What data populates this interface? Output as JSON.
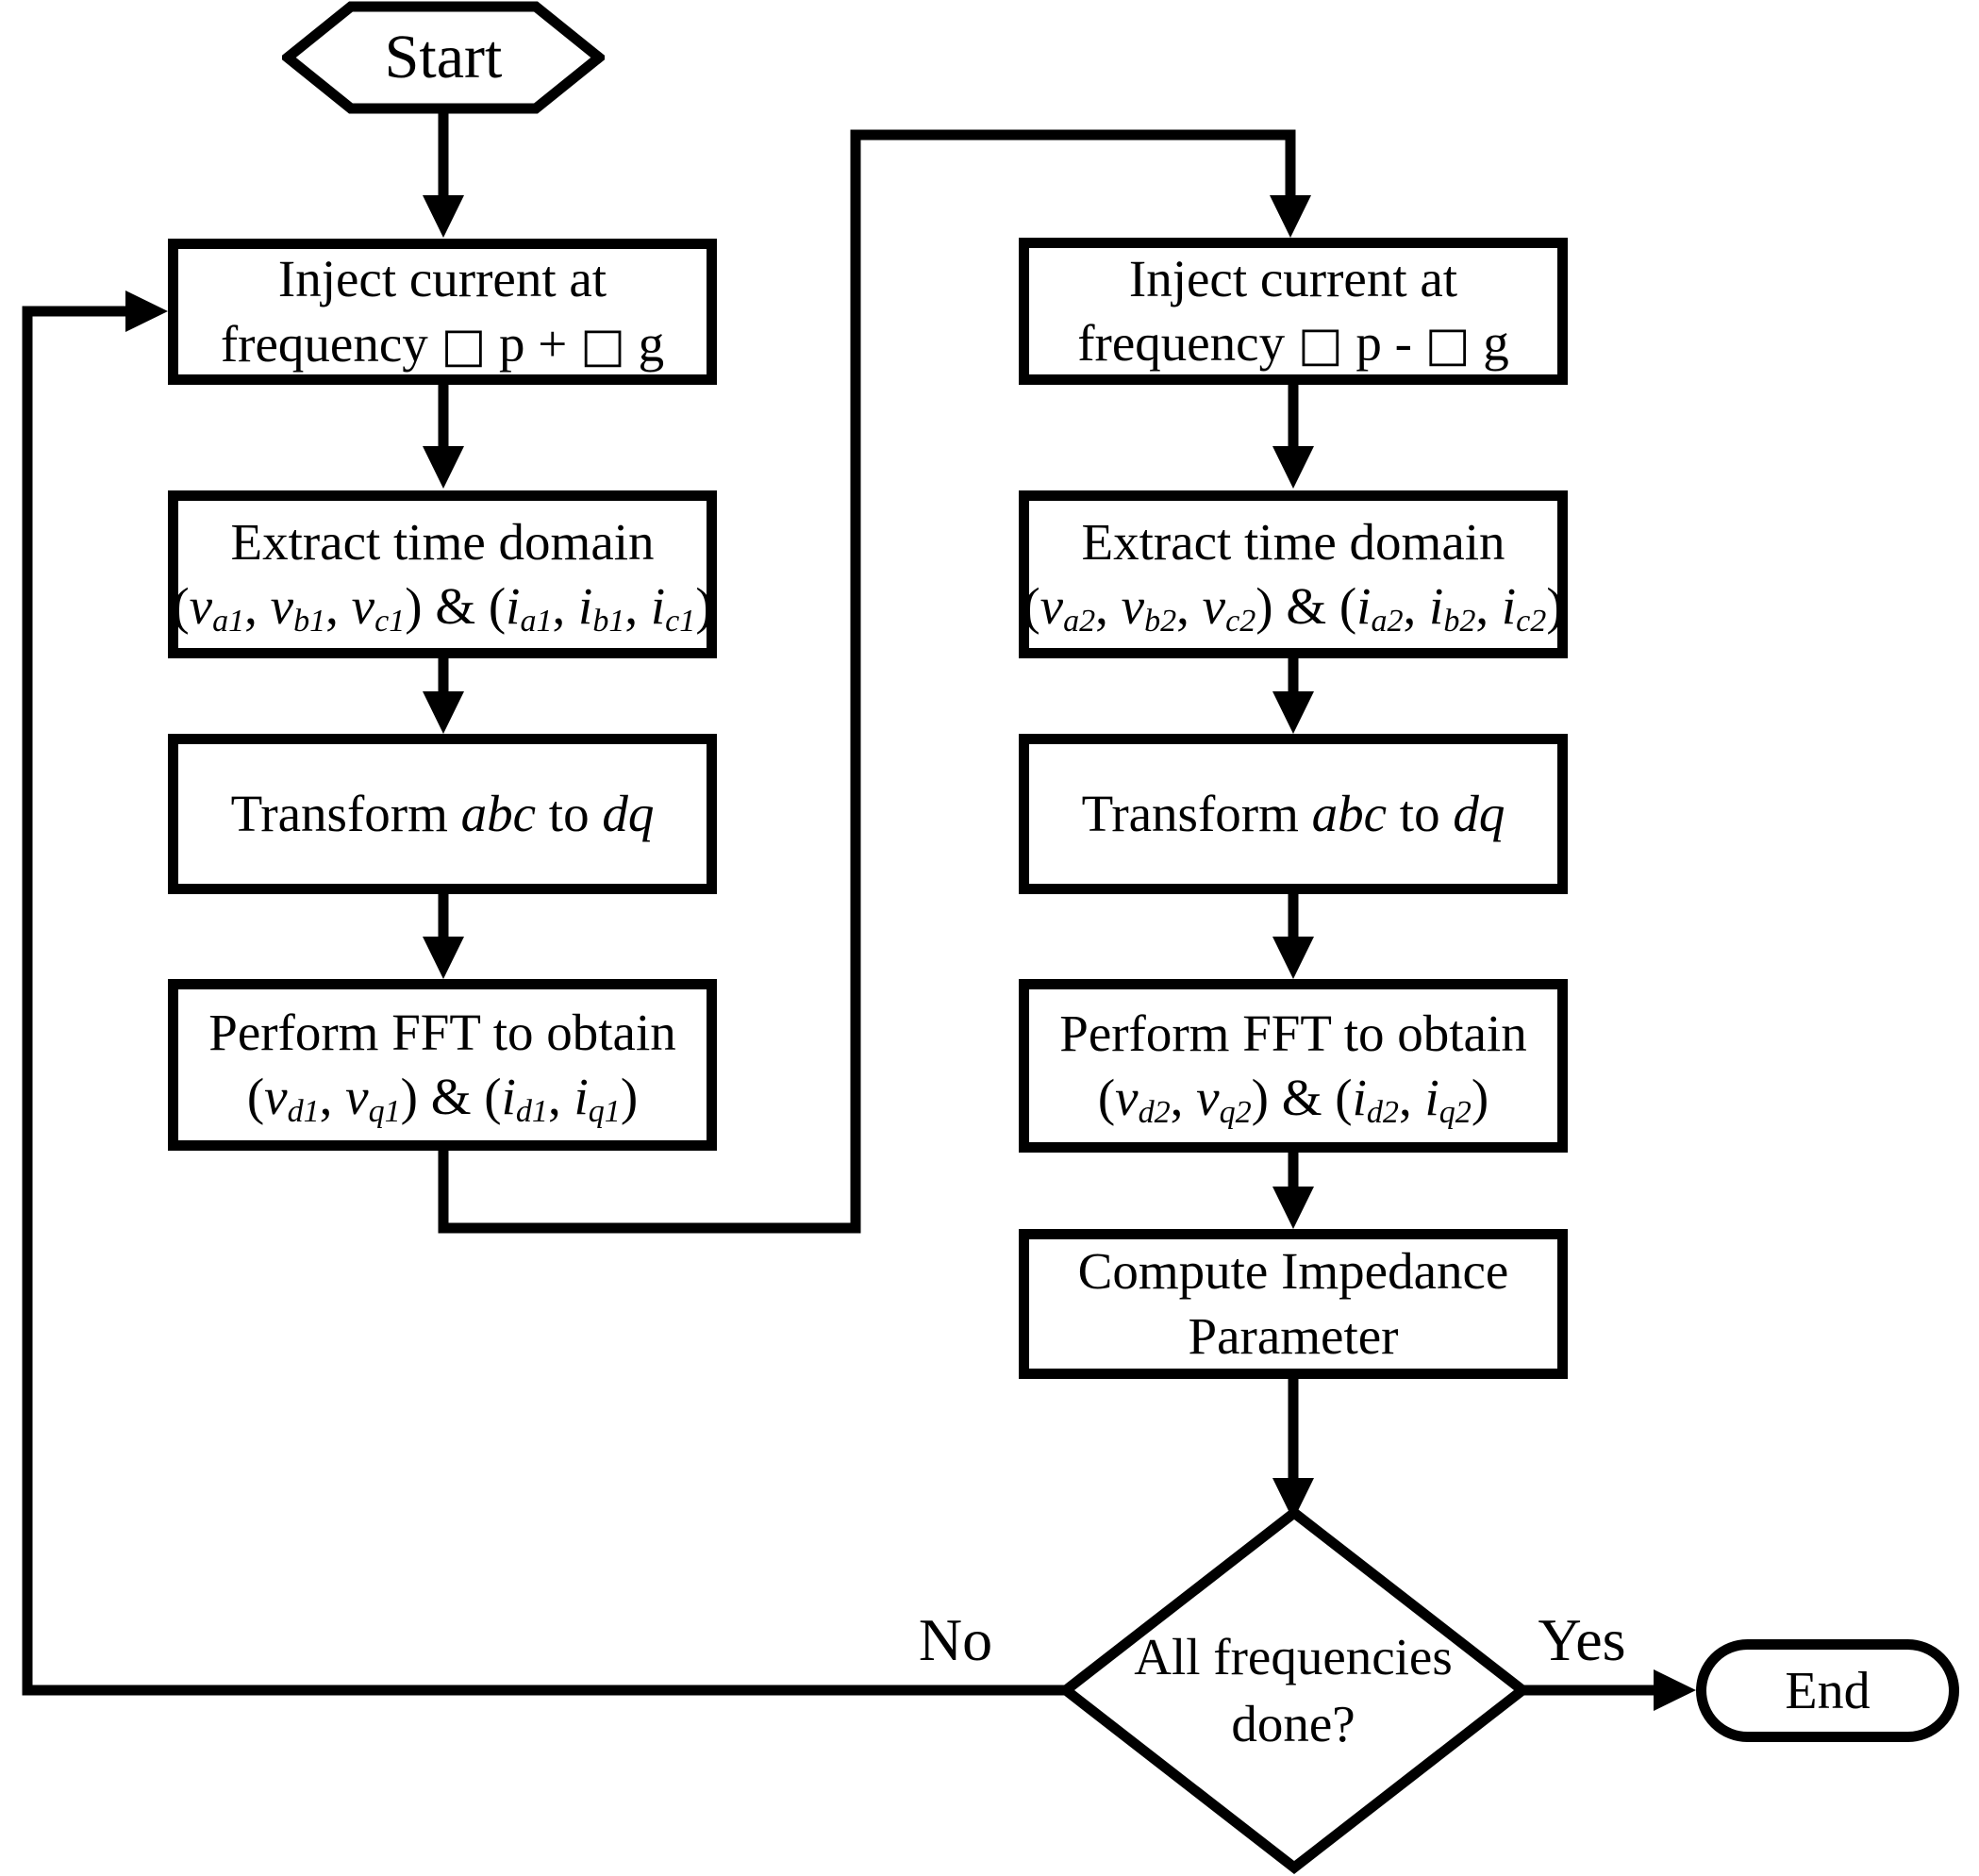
{
  "colors": {
    "ink": "#000000",
    "paper": "#ffffff"
  },
  "flowchart": {
    "start": {
      "label": "Start"
    },
    "end": {
      "label": "End"
    },
    "edges": {
      "no_label": "No",
      "yes_label": "Yes"
    },
    "left_column": [
      {
        "name": "inject-current-wp-plus-wg",
        "lines": [
          [
            {
              "t": "Inject current at"
            }
          ],
          [
            {
              "t": "frequency "
            },
            {
              "t": "□",
              "tofu": true
            },
            {
              "t": " p + "
            },
            {
              "t": "□",
              "tofu": true
            },
            {
              "t": " g"
            }
          ]
        ]
      },
      {
        "name": "extract-time-domain-1",
        "lines": [
          [
            {
              "t": "Extract time domain"
            }
          ],
          [
            {
              "t": "("
            },
            {
              "t": "v",
              "i": true
            },
            {
              "t": "a1",
              "sub": true
            },
            {
              "t": ", "
            },
            {
              "t": "v",
              "i": true
            },
            {
              "t": "b1",
              "sub": true
            },
            {
              "t": ", "
            },
            {
              "t": "v",
              "i": true
            },
            {
              "t": "c1",
              "sub": true
            },
            {
              "t": ") & ("
            },
            {
              "t": "i",
              "i": true
            },
            {
              "t": "a1",
              "sub": true
            },
            {
              "t": ", "
            },
            {
              "t": "i",
              "i": true
            },
            {
              "t": "b1",
              "sub": true
            },
            {
              "t": ", "
            },
            {
              "t": "i",
              "i": true
            },
            {
              "t": "c1",
              "sub": true
            },
            {
              "t": ")"
            }
          ]
        ]
      },
      {
        "name": "transform-abc-to-dq-1",
        "lines": [
          [
            {
              "t": "Transform "
            },
            {
              "t": "abc",
              "i": true
            },
            {
              "t": " to "
            },
            {
              "t": "dq",
              "i": true
            }
          ]
        ]
      },
      {
        "name": "perform-fft-1",
        "lines": [
          [
            {
              "t": "Perform FFT to obtain"
            }
          ],
          [
            {
              "t": "("
            },
            {
              "t": "v",
              "i": true
            },
            {
              "t": "d1",
              "sub": true
            },
            {
              "t": ", "
            },
            {
              "t": "v",
              "i": true
            },
            {
              "t": "q1",
              "sub": true
            },
            {
              "t": ") & ("
            },
            {
              "t": "i",
              "i": true
            },
            {
              "t": "d1",
              "sub": true
            },
            {
              "t": ", "
            },
            {
              "t": "i",
              "i": true
            },
            {
              "t": "q1",
              "sub": true
            },
            {
              "t": ")"
            }
          ]
        ]
      }
    ],
    "right_column": [
      {
        "name": "inject-current-wp-minus-wg",
        "lines": [
          [
            {
              "t": "Inject current at"
            }
          ],
          [
            {
              "t": "frequency "
            },
            {
              "t": "□",
              "tofu": true
            },
            {
              "t": " p - "
            },
            {
              "t": "□",
              "tofu": true
            },
            {
              "t": " g"
            }
          ]
        ]
      },
      {
        "name": "extract-time-domain-2",
        "lines": [
          [
            {
              "t": "Extract time domain"
            }
          ],
          [
            {
              "t": "("
            },
            {
              "t": "v",
              "i": true
            },
            {
              "t": "a2",
              "sub": true
            },
            {
              "t": ", "
            },
            {
              "t": "v",
              "i": true
            },
            {
              "t": "b2",
              "sub": true
            },
            {
              "t": ", "
            },
            {
              "t": "v",
              "i": true
            },
            {
              "t": "c2",
              "sub": true
            },
            {
              "t": ") & ("
            },
            {
              "t": "i",
              "i": true
            },
            {
              "t": "a2",
              "sub": true
            },
            {
              "t": ", "
            },
            {
              "t": "i",
              "i": true
            },
            {
              "t": "b2",
              "sub": true
            },
            {
              "t": ", "
            },
            {
              "t": "i",
              "i": true
            },
            {
              "t": "c2",
              "sub": true
            },
            {
              "t": ")"
            }
          ]
        ]
      },
      {
        "name": "transform-abc-to-dq-2",
        "lines": [
          [
            {
              "t": "Transform "
            },
            {
              "t": "abc",
              "i": true
            },
            {
              "t": " to "
            },
            {
              "t": "dq",
              "i": true
            }
          ]
        ]
      },
      {
        "name": "perform-fft-2",
        "lines": [
          [
            {
              "t": "Perform FFT to obtain"
            }
          ],
          [
            {
              "t": "("
            },
            {
              "t": "v",
              "i": true
            },
            {
              "t": "d2",
              "sub": true
            },
            {
              "t": ", "
            },
            {
              "t": "v",
              "i": true
            },
            {
              "t": "q2",
              "sub": true
            },
            {
              "t": ") & ("
            },
            {
              "t": "i",
              "i": true
            },
            {
              "t": "d2",
              "sub": true
            },
            {
              "t": ", "
            },
            {
              "t": "i",
              "i": true
            },
            {
              "t": "q2",
              "sub": true
            },
            {
              "t": ")"
            }
          ]
        ]
      },
      {
        "name": "compute-impedance-parameter",
        "lines": [
          [
            {
              "t": "Compute Impedance"
            }
          ],
          [
            {
              "t": "Parameter"
            }
          ]
        ]
      }
    ],
    "decision": {
      "name": "all-frequencies-done",
      "lines": [
        [
          {
            "t": "All frequencies"
          }
        ],
        [
          {
            "t": "done?"
          }
        ]
      ]
    }
  }
}
